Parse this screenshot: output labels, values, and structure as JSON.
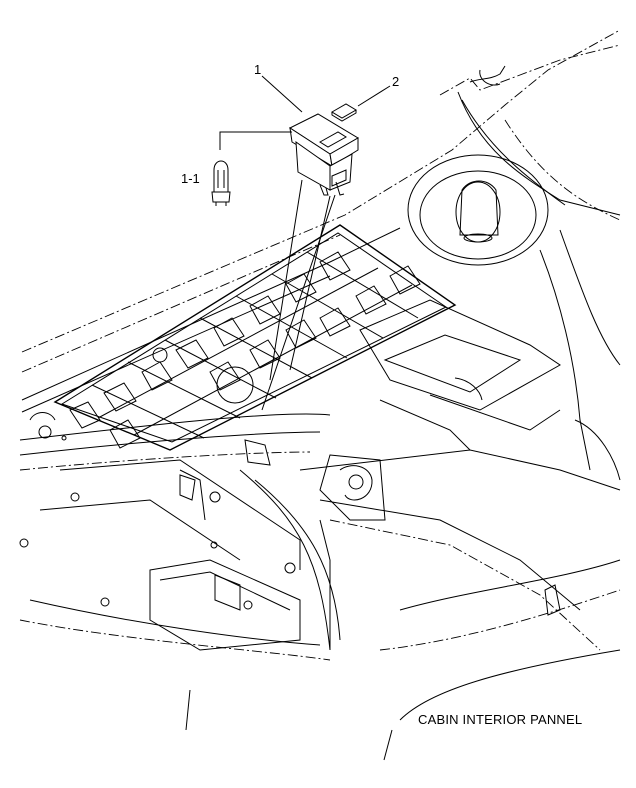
{
  "title_mark": "",
  "caption": "CABIN INTERIOR PANNEL",
  "callouts": [
    {
      "id": "1",
      "text": "1"
    },
    {
      "id": "2",
      "text": "2"
    },
    {
      "id": "1-1",
      "text": "1-1"
    }
  ]
}
